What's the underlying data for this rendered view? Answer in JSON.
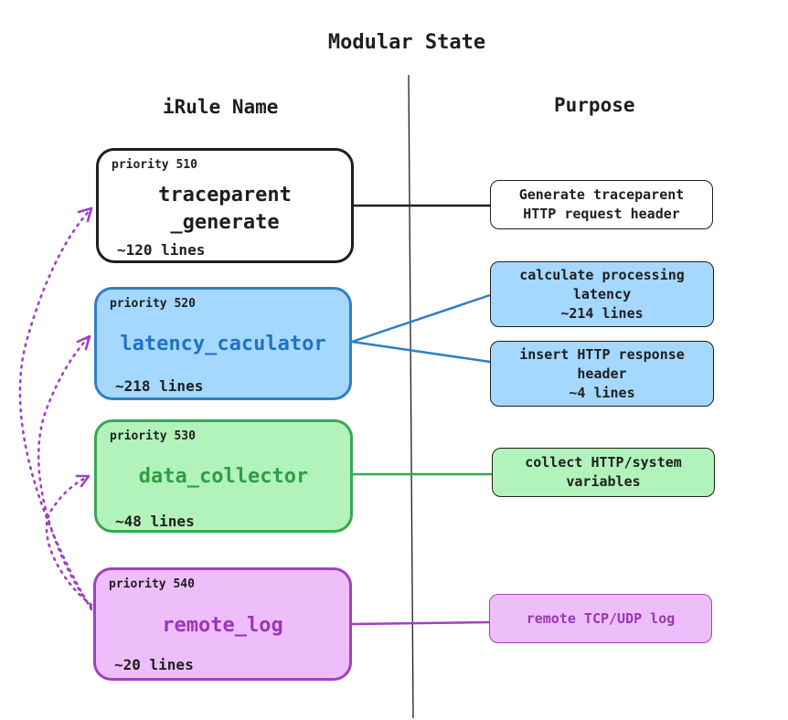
{
  "title": "Modular State",
  "headers": {
    "left": "iRule Name",
    "right": "Purpose"
  },
  "colors": {
    "black": "#1e1e1e",
    "blue_stroke": "#2f7fc8",
    "blue_fill": "#a5d8ff",
    "blue_text": "#1f72c4",
    "green_stroke": "#3aa651",
    "green_fill": "#b2f2bb",
    "green_text": "#2f9e44",
    "purple_stroke": "#a140c0",
    "purple_fill": "#eebefa",
    "purple_text": "#9c36b5"
  },
  "irules": [
    {
      "priority": "priority 510",
      "name_line1": "traceparent",
      "name_line2": "_generate",
      "lines": "~120 lines"
    },
    {
      "priority": "priority 520",
      "name_line1": "latency_caculator",
      "lines": "~218 lines"
    },
    {
      "priority": "priority 530",
      "name_line1": "data_collector",
      "lines": "~48 lines"
    },
    {
      "priority": "priority 540",
      "name_line1": "remote_log",
      "lines": "~20 lines"
    }
  ],
  "purposes": [
    {
      "line1": "Generate traceparent",
      "line2": "HTTP request header"
    },
    {
      "line1": "calculate processing",
      "line2": "latency",
      "line3": "~214 lines"
    },
    {
      "line1": "insert HTTP response",
      "line2": "header",
      "line3": "~4 lines"
    },
    {
      "line1": "collect HTTP/system",
      "line2": "variables"
    },
    {
      "line1": "remote TCP/UDP log"
    }
  ]
}
